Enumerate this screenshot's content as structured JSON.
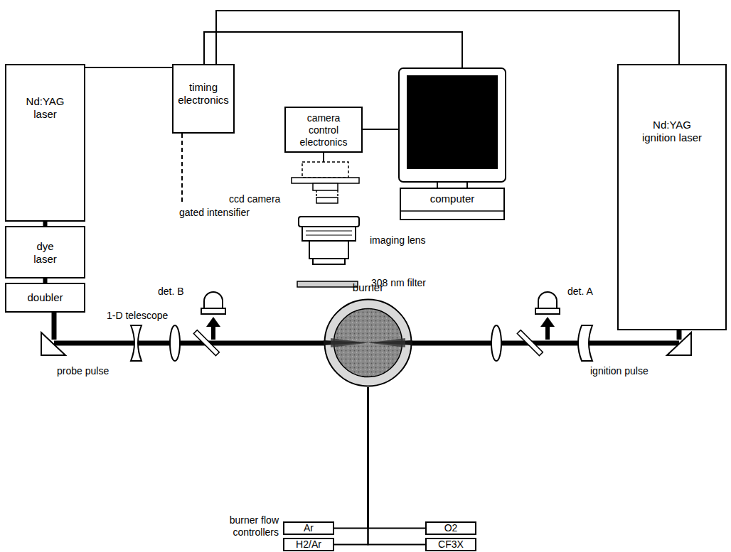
{
  "diagram": {
    "nodes": [
      {
        "text": [
          "Nd:YAG laser"
        ]
      },
      {
        "text": [
          "timing electronics"
        ]
      },
      {
        "text": [
          "camera control electronics"
        ]
      },
      {
        "text": [
          "computer"
        ]
      },
      {
        "text": [
          "Nd:YAG ignition laser"
        ]
      },
      {
        "text": [
          "dye laser"
        ]
      },
      {
        "text": [
          "doubler"
        ]
      },
      {
        "text": [
          "burner"
        ]
      },
      {
        "text": [
          "Ar"
        ]
      },
      {
        "text": [
          "O2"
        ]
      },
      {
        "text": [
          "H2/Ar"
        ]
      },
      {
        "text": [
          "CF3X"
        ]
      }
    ],
    "edges": [
      {
        "from": 0,
        "to": 1,
        "arrow": "none"
      },
      {
        "from": 1,
        "to": 3,
        "arrow": "none"
      },
      {
        "from": 1,
        "to": 4,
        "arrow": "none"
      },
      {
        "from": 2,
        "to": 3,
        "arrow": "none"
      },
      {
        "from": 0,
        "to": 5,
        "arrow": "none"
      },
      {
        "from": 5,
        "to": 6,
        "arrow": "none"
      },
      {
        "from": 8,
        "to": 7,
        "arrow": "none"
      },
      {
        "from": 9,
        "to": 7,
        "arrow": "none"
      },
      {
        "from": 10,
        "to": 7,
        "arrow": "none"
      },
      {
        "from": 11,
        "to": 7,
        "arrow": "none"
      }
    ],
    "labels": [
      "ccd camera",
      "gated intensifier",
      "imaging lens",
      "308 nm filter",
      "det. B",
      "det. A",
      "1-D telescope",
      "probe pulse",
      "ignition pulse",
      "burner flow controllers"
    ]
  }
}
